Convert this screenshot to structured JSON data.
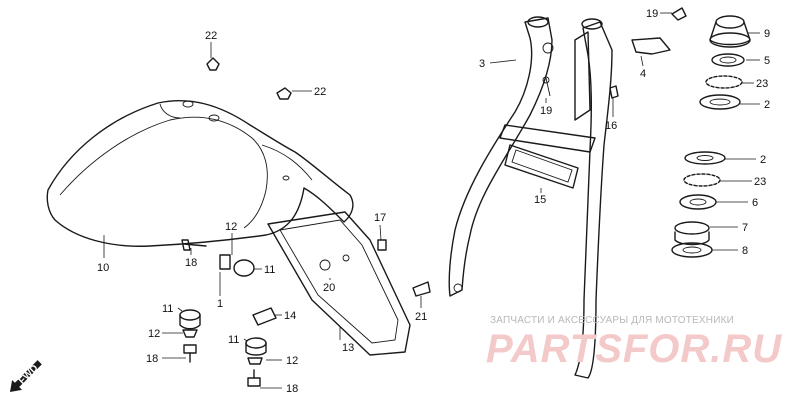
{
  "callouts": {
    "p1": "1",
    "p2a": "2",
    "p2b": "2",
    "p3": "3",
    "p4": "4",
    "p5": "5",
    "p6": "6",
    "p7": "7",
    "p8": "8",
    "p9": "9",
    "p10": "10",
    "p11a": "11",
    "p11b": "11",
    "p11c": "11",
    "p12a": "12",
    "p12b": "12",
    "p12c": "12",
    "p13": "13",
    "p14": "14",
    "p15": "15",
    "p16": "16",
    "p17": "17",
    "p18a": "18",
    "p18b": "18",
    "p18c": "18",
    "p19a": "19",
    "p19b": "19",
    "p20": "20",
    "p21": "21",
    "p22a": "22",
    "p22b": "22",
    "p23a": "23",
    "p23b": "23"
  },
  "direction_badge": "FWD",
  "watermark": {
    "subtitle": "ЗАПЧАСТИ И АКСЕССУАРЫ ДЛЯ МОТОТЕХНИКИ",
    "logo": "PARTSFOR.RU"
  }
}
